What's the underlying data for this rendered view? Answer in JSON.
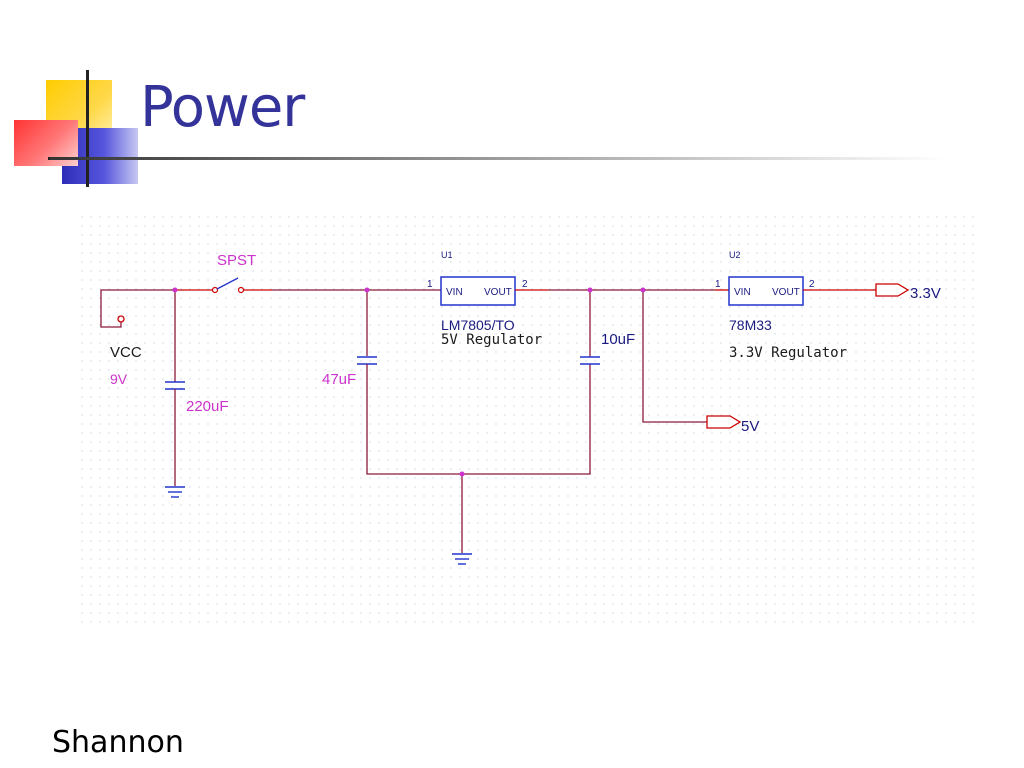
{
  "slide": {
    "title": "Power",
    "author": "Shannon"
  },
  "schematic": {
    "switch_label": "SPST",
    "vcc": {
      "name": "VCC",
      "voltage": "9V"
    },
    "capacitors": [
      "220uF",
      "47uF",
      "10uF"
    ],
    "u1": {
      "ref": "U1",
      "pin_in": "1",
      "pin_out": "2",
      "vin": "VIN",
      "vout": "VOUT",
      "part": "LM7805/TO",
      "desc": "5V Regulator"
    },
    "u2": {
      "ref": "U2",
      "pin_in": "1",
      "pin_out": "2",
      "vin": "VIN",
      "vout": "VOUT",
      "part": "78M33",
      "desc": "3.3V Regulator"
    },
    "outputs": [
      "3.3V",
      "5V"
    ]
  },
  "colors": {
    "title": "#333399",
    "wire": "#cc0000",
    "net": "#8b1a3a",
    "component": "#2233cc",
    "label": "#cc33cc"
  }
}
